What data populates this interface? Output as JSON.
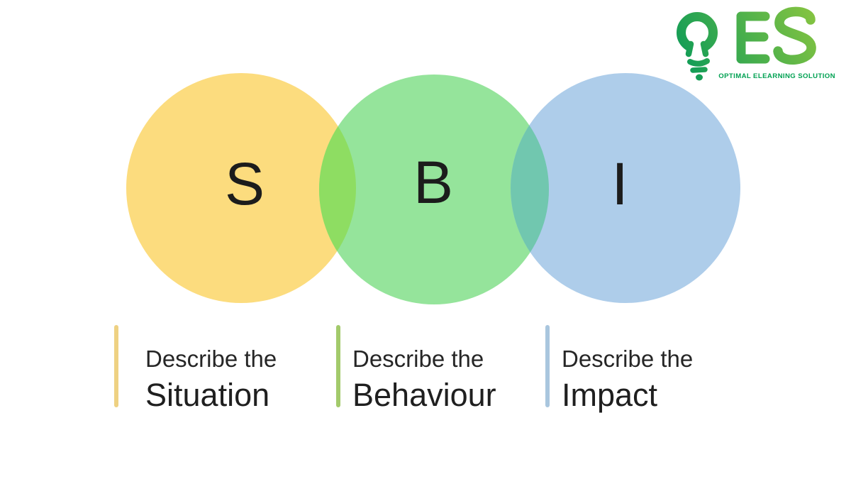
{
  "page": {
    "background_color": "#ffffff"
  },
  "logo": {
    "acronym": "OES",
    "tagline": "OPTIMAL ELEARNING SOLUTION",
    "tagline_color": "#00a152",
    "gradient_light": "#8fc73f",
    "gradient_dark": "#0a9a58"
  },
  "venn": {
    "letter_color": "#1c1c1c",
    "circles": [
      {
        "letter": "S",
        "color": "#fcdc7e"
      },
      {
        "letter": "B",
        "color": "#95e49b"
      },
      {
        "letter": "I",
        "color": "#aecdea"
      }
    ],
    "overlap_colors": {
      "situation_behaviour": "#8edd62",
      "behaviour_impact": "#71c7af"
    }
  },
  "captions": [
    {
      "line1": "Describe the",
      "word": "Situation",
      "bar_color": "#eed182"
    },
    {
      "line1": "Describe the",
      "word": "Behaviour",
      "bar_color": "#a3ca6b"
    },
    {
      "line1": "Describe the",
      "word": "Impact",
      "bar_color": "#a9c6de"
    }
  ]
}
